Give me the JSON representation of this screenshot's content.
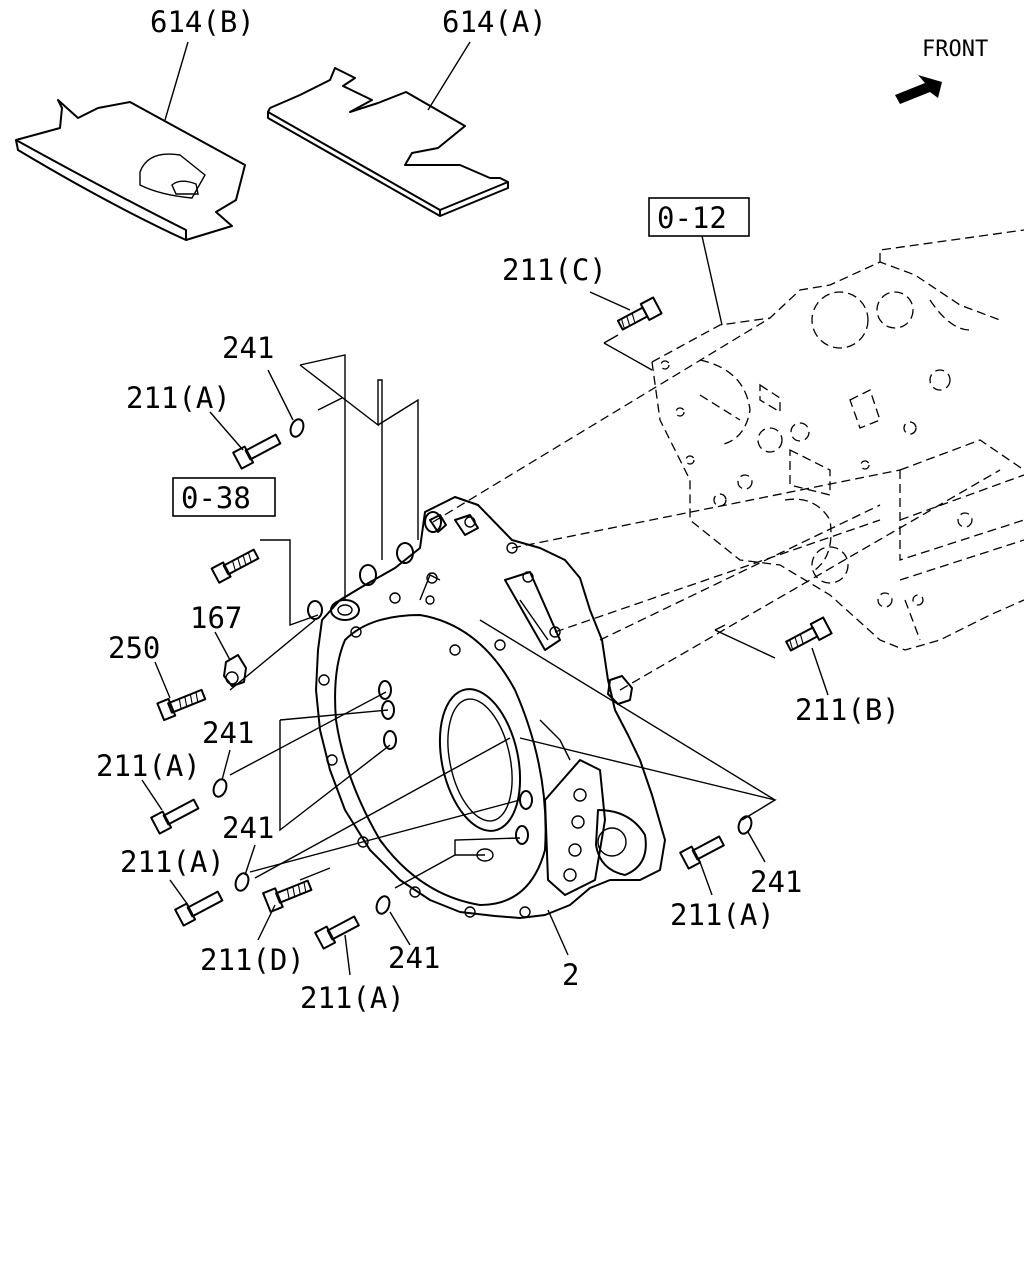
{
  "labels": {
    "plate_b": "614(B)",
    "plate_a": "614(A)",
    "front": "FRONT",
    "ref_012": "0-12",
    "ref_038": "0-38",
    "bolt_c": "211(C)",
    "bolt_b": "211(B)",
    "bolt_d": "211(D)",
    "bolt_a_1": "211(A)",
    "bolt_a_2": "211(A)",
    "bolt_a_3": "211(A)",
    "bolt_a_4": "211(A)",
    "bolt_a_5": "211(A)",
    "washer_1": "241",
    "washer_2": "241",
    "washer_3": "241",
    "washer_4": "241",
    "washer_5": "241",
    "bolt_250": "250",
    "cap_167": "167",
    "housing_2": "2"
  }
}
